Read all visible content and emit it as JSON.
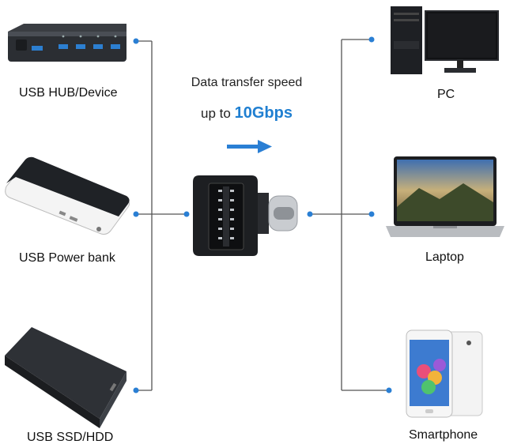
{
  "headline": {
    "line1": "Data transfer speed",
    "line2_prefix": "up to ",
    "line2_value": "10Gbps",
    "accent_color": "#1f7fd1"
  },
  "sources": [
    {
      "label": "USB HUB/Device",
      "icon": "usb-hub-icon"
    },
    {
      "label": "USB Power bank",
      "icon": "power-bank-icon"
    },
    {
      "label": "USB SSD/HDD",
      "icon": "ssd-enclosure-icon"
    }
  ],
  "targets": [
    {
      "label": "PC",
      "icon": "desktop-pc-icon"
    },
    {
      "label": "Laptop",
      "icon": "laptop-icon"
    },
    {
      "label": "Smartphone",
      "icon": "smartphone-icon"
    }
  ],
  "adapter": {
    "icon": "usb-c-adapter-icon"
  },
  "colors": {
    "line": "#555555",
    "dot": "#2a7fd4",
    "arrow": "#2a7fd4"
  }
}
